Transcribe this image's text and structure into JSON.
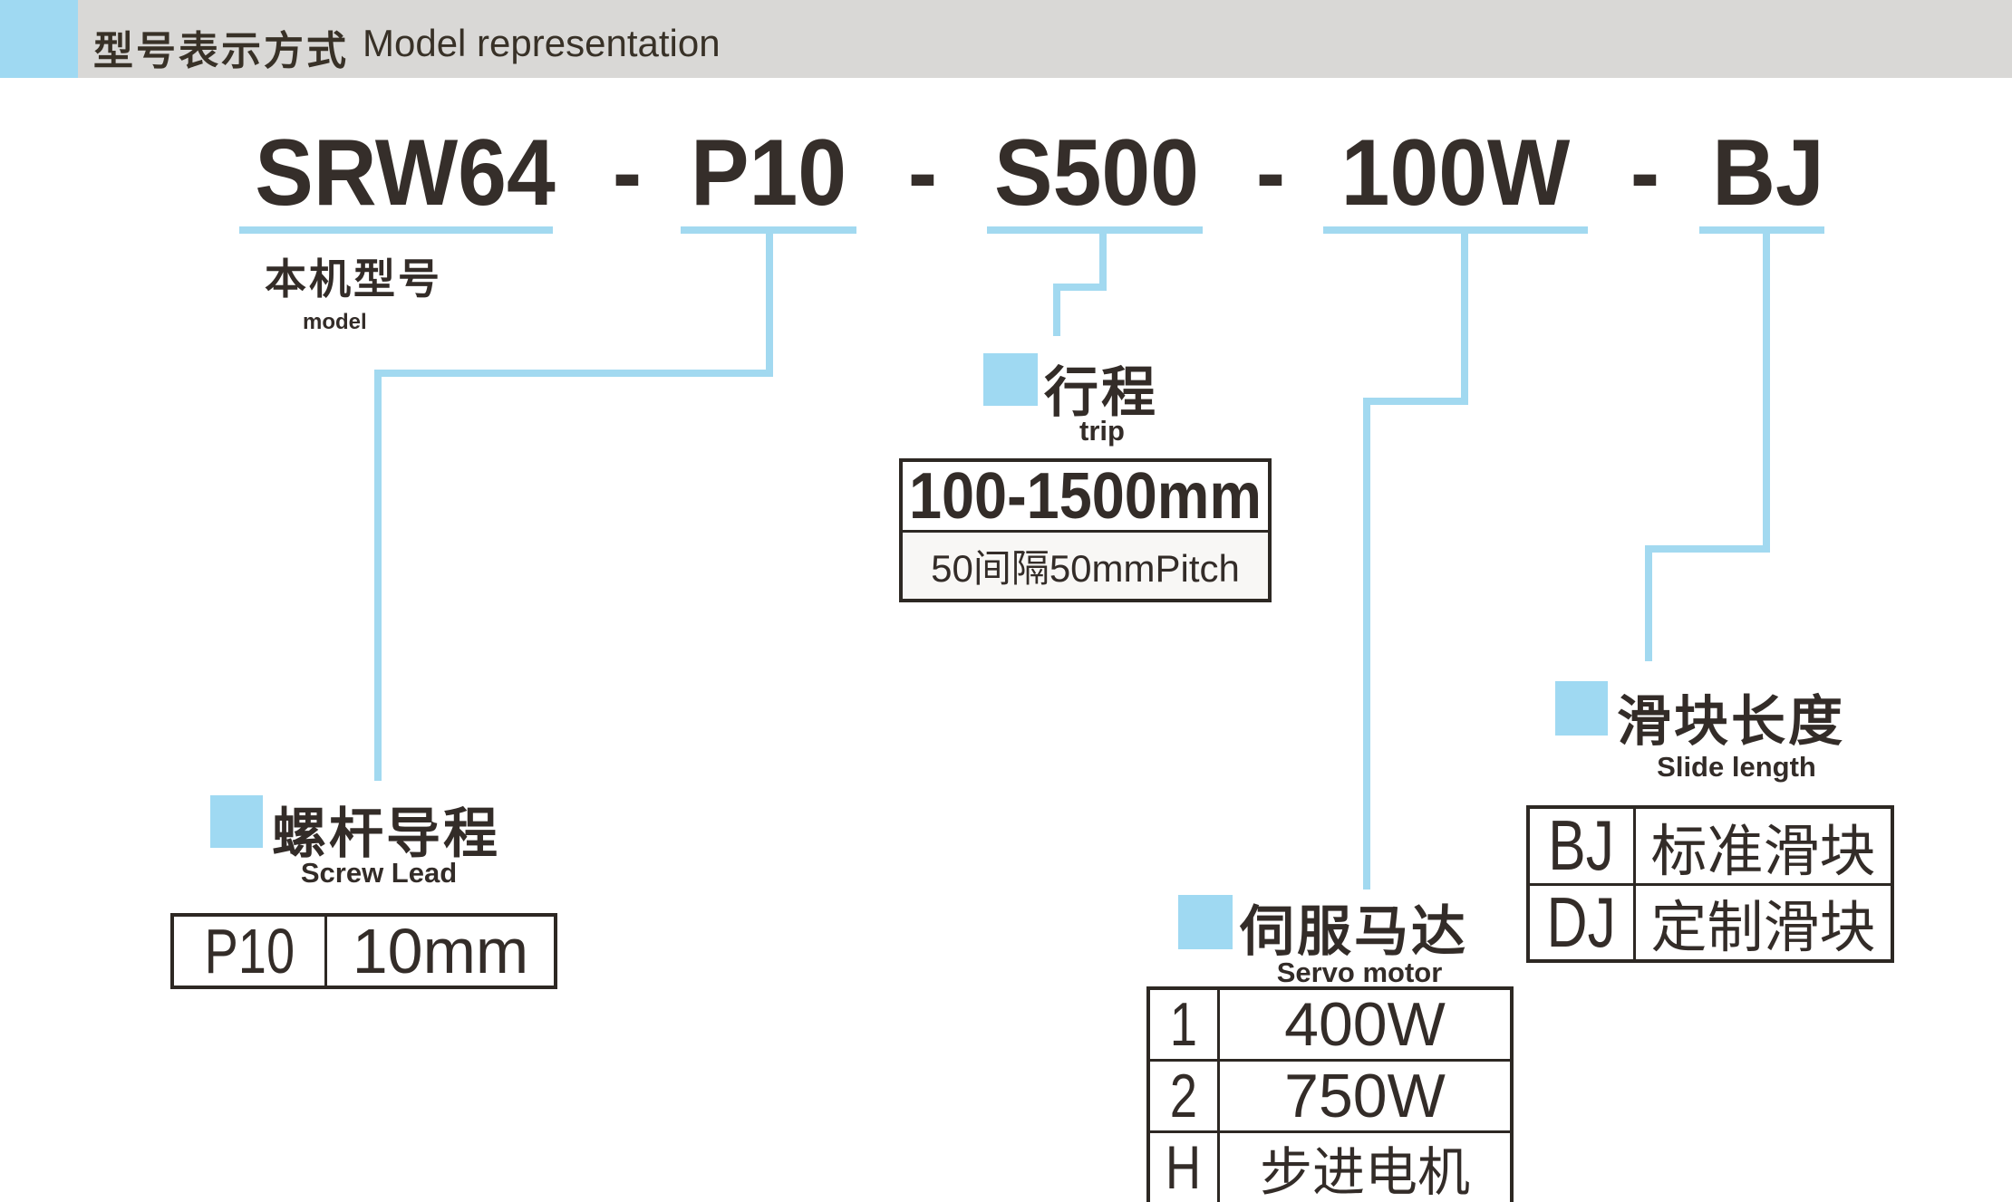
{
  "header": {
    "title_zh": "型号表示方式",
    "title_en": "Model representation"
  },
  "model": {
    "code": "SRW64-P10-S500-100W-BJ",
    "segments": [
      "SRW64",
      "-",
      "P10",
      "-",
      "S500",
      "-",
      "100W",
      "-",
      "BJ"
    ],
    "label_zh": "本机型号",
    "label_en": "model"
  },
  "sections": {
    "screw_lead": {
      "title_zh": "螺杆导程",
      "title_en": "Screw Lead",
      "rows": [
        {
          "code": "P10",
          "value": "10mm"
        }
      ]
    },
    "trip": {
      "title_zh": "行程",
      "title_en": "trip",
      "range": "100-1500mm",
      "note": "50间隔50mmPitch"
    },
    "servo_motor": {
      "title_zh": "伺服马达",
      "title_en": "Servo motor",
      "rows": [
        {
          "code": "1",
          "value": "400W"
        },
        {
          "code": "2",
          "value": "750W"
        },
        {
          "code": "H",
          "value": "步进电机"
        }
      ]
    },
    "slide_length": {
      "title_zh": "滑块长度",
      "title_en": "Slide length",
      "rows": [
        {
          "code": "BJ",
          "value": "标准滑块"
        },
        {
          "code": "DJ",
          "value": "定制滑块"
        }
      ]
    }
  },
  "colors": {
    "accent_blue": "#9fd9f2",
    "header_gray": "#d9d8d6",
    "ink": "#332c28",
    "border_dark": "#2d2823"
  }
}
